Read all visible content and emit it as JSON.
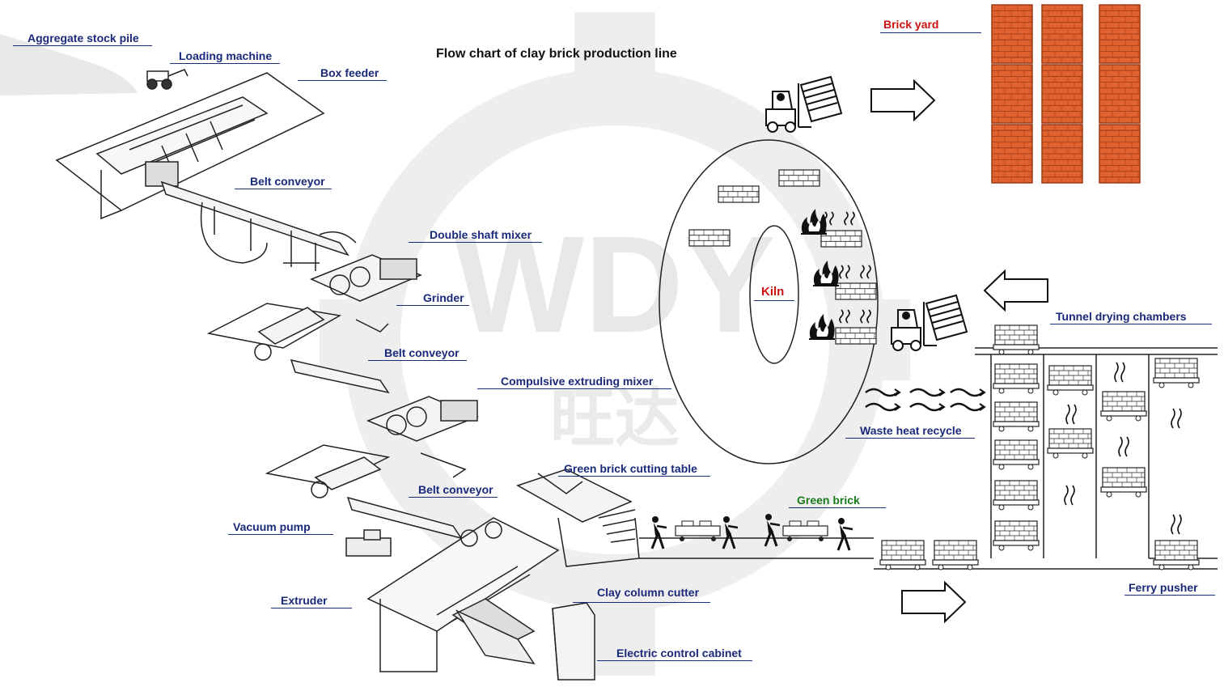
{
  "title": "Flow chart of clay brick production line",
  "watermark": {
    "letters": "WDY",
    "chinese": "旺达"
  },
  "colors": {
    "label_blue": "#1a2a7a",
    "label_red": "#cc1111",
    "label_green": "#1a7a1a",
    "brick": "#e0622f",
    "brick_mortar": "#9b3a16",
    "watermark": "#ececec"
  },
  "labels": {
    "aggregate_stock_pile": "Aggregate stock pile",
    "loading_machine": "Loading machine",
    "box_feeder": "Box feeder",
    "belt_conveyor_1": "Belt conveyor",
    "double_shaft_mixer": "Double shaft mixer",
    "grinder": "Grinder",
    "belt_conveyor_2": "Belt conveyor",
    "compulsive_extruding_mixer": "Compulsive extruding mixer",
    "green_brick_cutting_table": "Green brick cutting table",
    "belt_conveyor_3": "Belt conveyor",
    "vacuum_pump": "Vacuum pump",
    "extruder": "Extruder",
    "clay_column_cutter": "Clay column cutter",
    "electric_control_cabinet": "Electric control cabinet",
    "green_brick": "Green brick",
    "waste_heat_recycle": "Waste heat recycle",
    "kiln": "Kiln",
    "brick_yard": "Brick yard",
    "tunnel_drying_chambers": "Tunnel drying chambers",
    "ferry_pusher": "Ferry pusher"
  },
  "icons": {
    "forklift": "forklift-icon",
    "fire": "fire-icon",
    "heat": "heat-wave-icon",
    "arrow": "arrow-icon",
    "worker": "worker-icon",
    "brick_cart": "brick-cart-icon"
  }
}
